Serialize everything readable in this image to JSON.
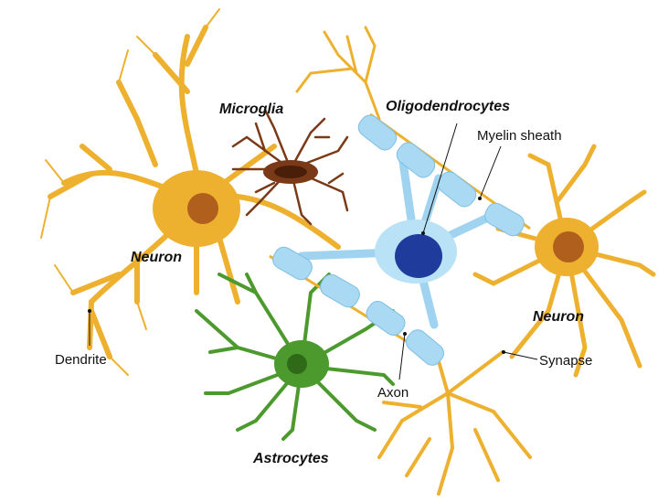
{
  "labels": {
    "microglia": "Microglia",
    "oligodendrocytes": "Oligodendrocytes",
    "myelin_sheath": "Myelin sheath",
    "neuron_left": "Neuron",
    "neuron_right": "Neuron",
    "dendrite": "Dendrite",
    "astrocytes": "Astrocytes",
    "axon": "Axon",
    "synapse": "Synapse"
  },
  "colors": {
    "neuron": "#eeb12f",
    "neuron_nucleus": "#b0601c",
    "microglia": "#7a3a17",
    "oligodendrocyte": "#9fd3f0",
    "oligodendrocyte_nucleus": "#1f3c9c",
    "astrocyte": "#4c9a2e"
  }
}
